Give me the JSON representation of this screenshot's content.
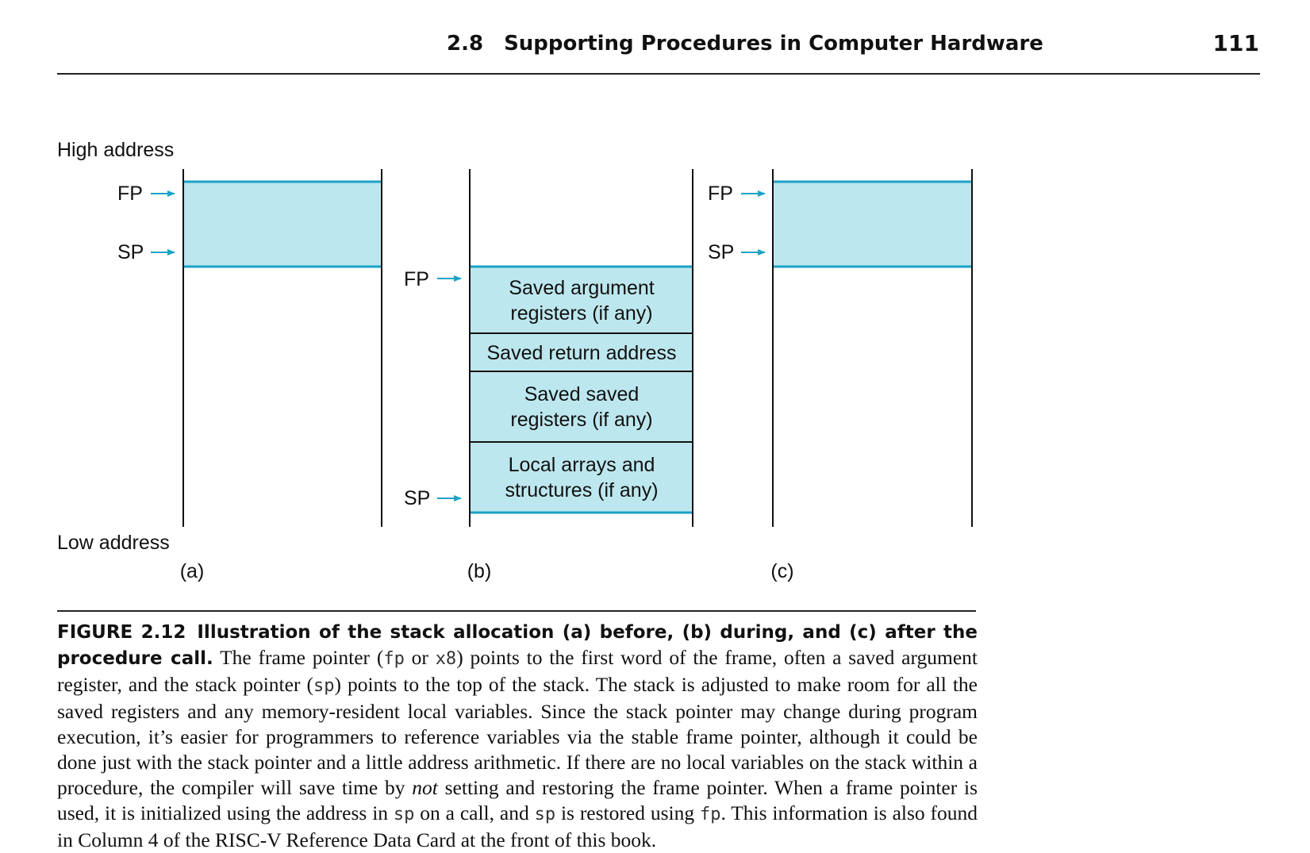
{
  "header": {
    "section_number": "2.8",
    "section_title": "Supporting Procedures in Computer Hardware",
    "page_number": "111"
  },
  "figure": {
    "high_address_label": "High address",
    "low_address_label": "Low address",
    "fp_label": "FP",
    "sp_label": "SP",
    "panel_a_label": "(a)",
    "panel_b_label": "(b)",
    "panel_c_label": "(c)",
    "frame_rows": [
      {
        "line1": "Saved argument",
        "line2": "registers (if any)"
      },
      {
        "line1": "Saved return address",
        "line2": ""
      },
      {
        "line1": "Saved saved",
        "line2": "registers (if any)"
      },
      {
        "line1": "Local arrays and",
        "line2": "structures (if any)"
      }
    ],
    "colors": {
      "fill": "#bde7ee",
      "accent": "#1ba3c6",
      "line": "#111111"
    }
  },
  "caption": {
    "label": "FIGURE 2.12",
    "title": "Illustration of the stack allocation (a) before, (b) during, and (c) after the procedure call.",
    "t1": "The frame pointer (",
    "c_fp": "fp",
    "t2": " or ",
    "c_x8": "x8",
    "t3": ") points to the first word of the frame, often a saved argument register, and the stack pointer (",
    "c_sp1": "sp",
    "t4": ") points to the top of the stack. The stack is adjusted to make room for all the saved registers and any memory-resident local variables. Since the stack pointer may change during program execution, it’s easier for programmers to reference variables via the stable frame pointer, although it could be done just with the stack pointer and a little address arithmetic. If there are no local variables on the stack within a procedure, the compiler will save time by ",
    "em_not": "not",
    "t5": " setting and restoring the frame pointer. When a frame pointer is used, it is initialized using the address in ",
    "c_sp2": "sp",
    "t6": " on a call, and ",
    "c_sp3": "sp",
    "t7": " is restored using ",
    "c_fp2": "fp",
    "t8": ". This information is also found in Column 4 of the RISC-V Reference Data Card at the front of this book."
  }
}
